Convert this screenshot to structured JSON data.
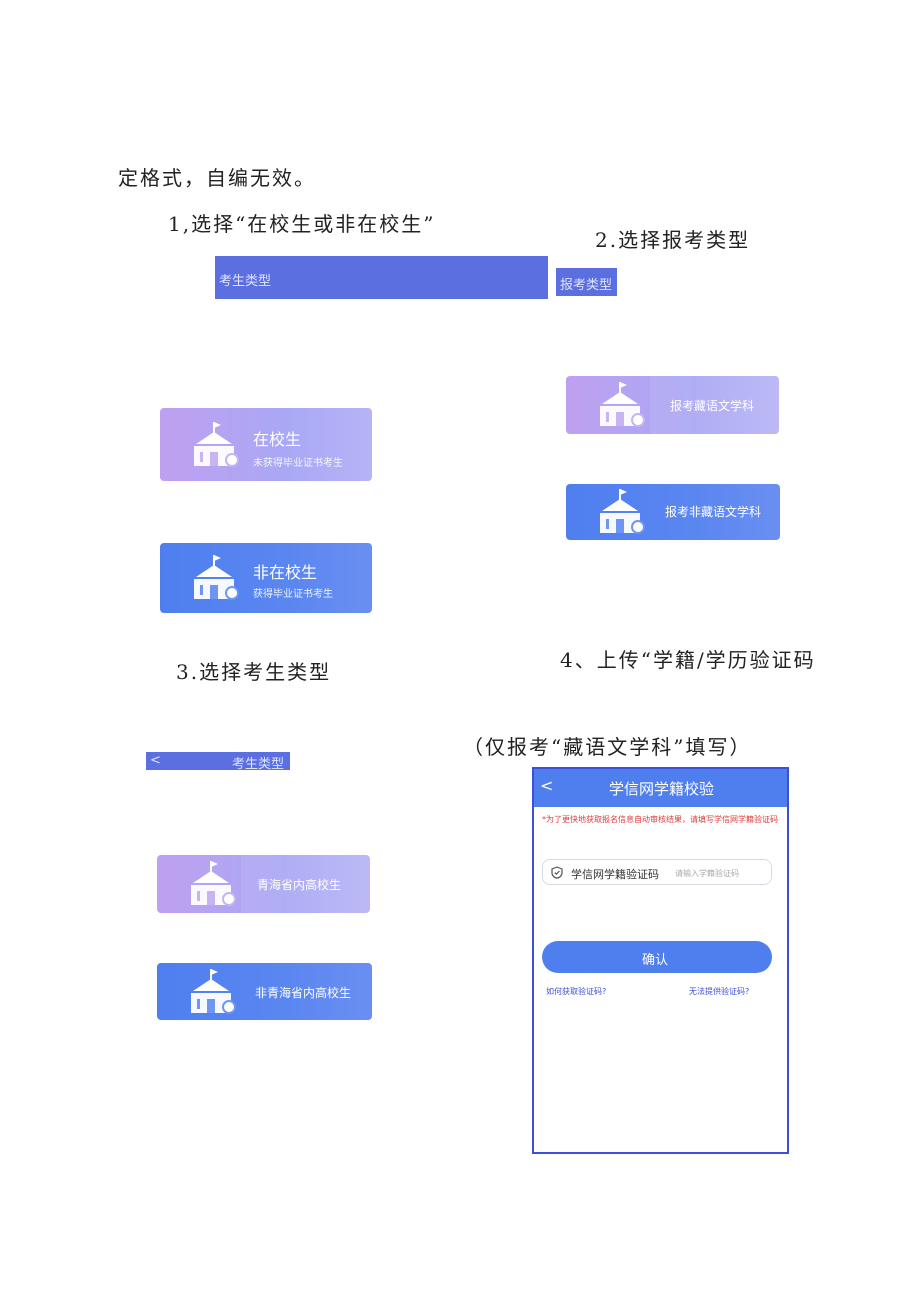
{
  "doc": {
    "intro": "定格式，自编无效。",
    "step1": "1,选择“在校生或非在校生”",
    "step2": "2.选择报考类型",
    "step3": "3.选择考生类型",
    "step4": "4、上传“学籍/学历验证码",
    "step4_note": "（仅报考“藏语文学科”填写）"
  },
  "screen1": {
    "header": "考生类型",
    "cards": [
      {
        "title": "在校生",
        "subtitle": "未获得毕业证书考生"
      },
      {
        "title": "非在校生",
        "subtitle": "获得毕业证书考生"
      }
    ]
  },
  "screen2": {
    "header": "报考类型",
    "cards": [
      {
        "title": "报考藏语文学科"
      },
      {
        "title": "报考非藏语文学科"
      }
    ]
  },
  "screen3": {
    "back": "<",
    "header": "考生类型",
    "cards": [
      {
        "title": "青海省内高校生"
      },
      {
        "title": "非青海省内高校生"
      }
    ]
  },
  "phone": {
    "back": "<",
    "title": "学信网学籍校验",
    "notice": "*为了更快地获取报名信息自动审核结果，请填写学信网学籍验证码",
    "field_label": "学信网学籍验证码",
    "field_placeholder": "请输入学籍验证码",
    "confirm": "确认",
    "link_left": "如何获取验证码?",
    "link_right": "无法提供验证码?"
  },
  "colors": {
    "purple_card": "#b3a4f2",
    "blue_card": "#4f7fef",
    "header_bar": "#5b6fe0",
    "phone_accent": "#3d4fd8",
    "notice_red": "#e03b3b"
  }
}
